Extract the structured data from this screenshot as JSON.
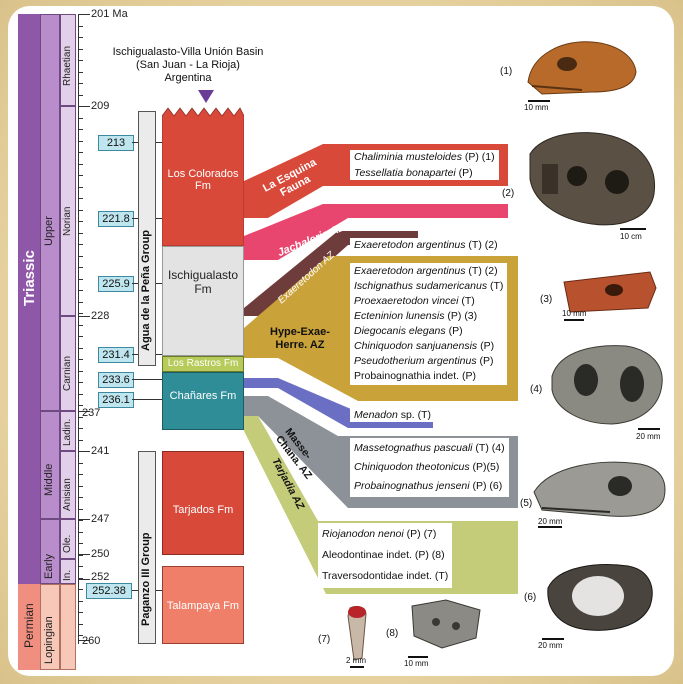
{
  "title": {
    "line1": "Ischigualasto-Villa Unión Basin",
    "line2": "(San Juan - La Rioja)",
    "line3": "Argentina"
  },
  "timescale": {
    "ma_unit": "Ma",
    "ages": [
      "201",
      "209",
      "228",
      "237",
      "241",
      "247",
      "250",
      "252",
      "260"
    ],
    "periods": {
      "triassic": "Triassic",
      "permian": "Permian"
    },
    "epochs": {
      "upper": "Upper",
      "middle": "Middle",
      "early": "Early",
      "lopingian": "Lopingian"
    },
    "stages": {
      "rhaetian": "Rhaetian",
      "norian": "Norian",
      "carnian": "Carnian",
      "ladinian": "Ladin.",
      "anisian": "Anisian",
      "olenekian": "Ole.",
      "induan": "In."
    }
  },
  "radiometric_ages": [
    "213",
    "221.8",
    "225.9",
    "231.4",
    "233.6",
    "236.1",
    "252.38"
  ],
  "groups": {
    "agua": "Agua de la Peña Group",
    "paganzo": "Paganzo III Group"
  },
  "formations": {
    "los_colorados": "Los Colorados Fm",
    "ischigualasto": "Ischigualasto",
    "ischigualasto_fm": "Fm",
    "los_rastros": "Los Rastros Fm",
    "chanares": "Chañares Fm",
    "tarjados": "Tarjados Fm",
    "talampaya": "Talampaya Fm"
  },
  "zones": {
    "la_esquina_1": "La Esquina",
    "la_esquina_2": "Fauna",
    "jachaleria": "Jachaleria AZ",
    "exaeretodon": "Exaeretodon AZ",
    "hype_1": "Hype-Exae-",
    "hype_2": "Herre. AZ",
    "masse_1": "Masse-",
    "masse_2": "Chana. AZ",
    "tarjadia": "Tarjadia AZ"
  },
  "taxa": {
    "esquina": [
      {
        "name": "Chaliminia musteloides",
        "tag": " (P) (1)"
      },
      {
        "name": "Tessellatia bonapartei",
        "tag": " (P)"
      }
    ],
    "exae_single": {
      "name": "Exaeretodon argentinus",
      "tag": " (T) (2)"
    },
    "hype": [
      {
        "name": "Exaeretodon argentinus",
        "tag": " (T) (2)"
      },
      {
        "name": "Ischignathus sudamericanus",
        "tag": " (T)"
      },
      {
        "name": "Proexaeretodon vincei",
        "tag": " (T)"
      },
      {
        "name": "Ecteninion lunensis",
        "tag": " (P) (3)"
      },
      {
        "name": "Diegocanis elegans",
        "tag": " (P)"
      },
      {
        "name": "Chiniquodon sanjuanensis",
        "tag": " (P)"
      },
      {
        "name": "Pseudotherium argentinus",
        "tag": " (P)"
      },
      {
        "name": "Probainognathia indet. (P)",
        "tag": ""
      }
    ],
    "menadon": {
      "name": "Menadon",
      "tag": " sp. (T)"
    },
    "masse": [
      {
        "name": "Massetognathus pascuali",
        "tag": " (T) (4)"
      },
      {
        "name": "Chiniquodon theotonicus",
        "tag": " (P)(5)"
      },
      {
        "name": "Probainognathus jenseni",
        "tag": " (P) (6)"
      }
    ],
    "tarjadia": [
      {
        "name": "Riojanodon nenoi",
        "tag": " (P)  (7)"
      },
      {
        "name": "Aleodontinae indet. (P)  (8)",
        "tag": ""
      },
      {
        "name": "Traversodontidae indet. (T)",
        "tag": ""
      }
    ]
  },
  "figures": {
    "labels": [
      "(1)",
      "(2)",
      "(3)",
      "(4)",
      "(5)",
      "(6)",
      "(7)",
      "(8)"
    ],
    "scales": [
      "10 mm",
      "10 cm",
      "10 mm",
      "20 mm",
      "20 mm",
      "20 mm",
      "2 mm",
      "10 mm"
    ]
  },
  "colors": {
    "triassic": "#8e57a8",
    "triassic_stage": "#c9a9d6",
    "permian": "#f08f80",
    "lopingian": "#f7c8b8",
    "los_colorados": "#d9493a",
    "ischigualasto": "#e3e3e3",
    "los_rastros": "#b6cb5a",
    "chanares": "#2f8d98",
    "tarjados": "#d9493a",
    "talampaya": "#ef7f68",
    "esquina_band": "#d9493a",
    "jachaleria_band": "#e8466e",
    "exae_band": "#6e3c3a",
    "hype_band": "#c9a23a",
    "menadon_band": "#6b6fc4",
    "masse_band": "#8d9298",
    "tarjadia_band": "#c4cc7a"
  }
}
